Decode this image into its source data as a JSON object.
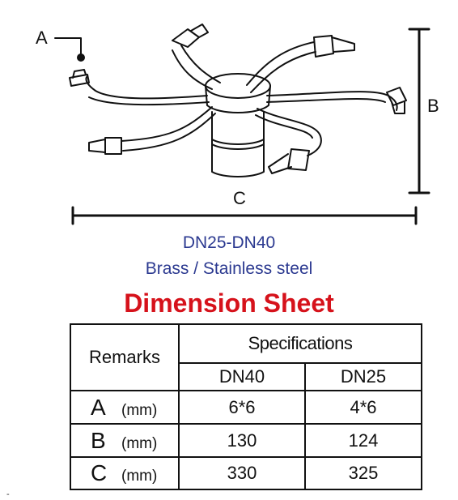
{
  "diagram": {
    "label_a": "A",
    "label_b": "B",
    "label_c": "C"
  },
  "subtitle": {
    "size_range": "DN25-DN40",
    "material": "Brass / Stainless steel"
  },
  "title": "Dimension Sheet",
  "table": {
    "remarks_header": "Remarks",
    "specifications_header": "Specifications",
    "columns": [
      "DN40",
      "DN25"
    ],
    "rows": [
      {
        "label": "A",
        "unit": "(mm)",
        "values": [
          "6*6",
          "4*6"
        ]
      },
      {
        "label": "B",
        "unit": "(mm)",
        "values": [
          "130",
          "124"
        ]
      },
      {
        "label": "C",
        "unit": "(mm)",
        "values": [
          "330",
          "325"
        ]
      }
    ]
  },
  "footer_mark": "-"
}
